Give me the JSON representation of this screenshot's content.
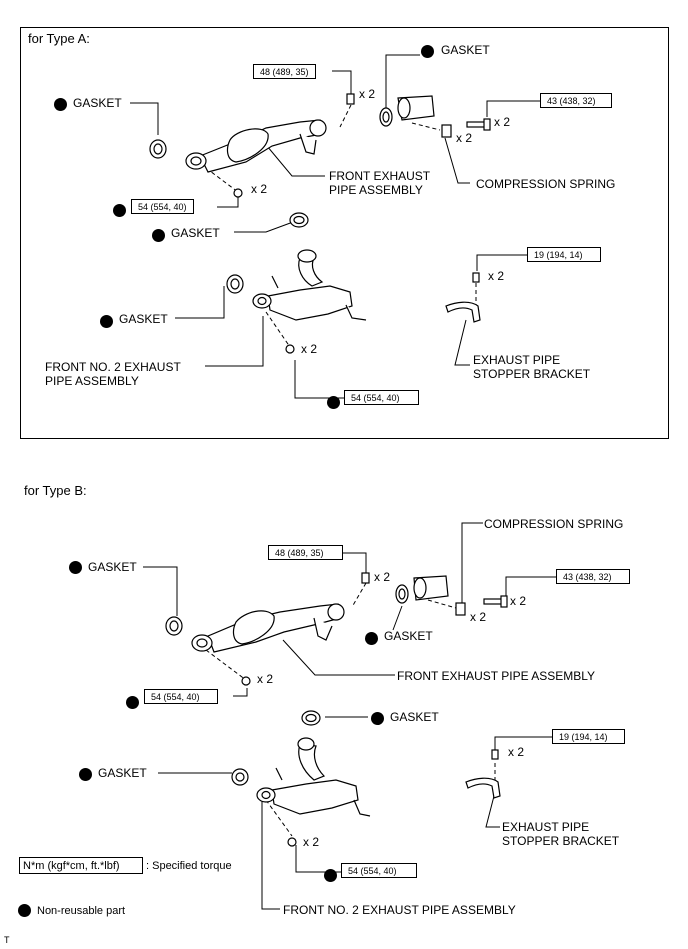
{
  "type_a": {
    "title": "for Type A:",
    "gasket_top": "GASKET",
    "gasket_left": "GASKET",
    "gasket_mid": "GASKET",
    "gasket_low": "GASKET",
    "torque_top_left": "48 (489, 35)",
    "qty_top_left": "x 2",
    "torque_top_right": "43 (438, 32)",
    "qty_top_right": "x 2",
    "qty_spring": "x 2",
    "compression_spring": "COMPRESSION SPRING",
    "front_exhaust_pipe": "FRONT EXHAUST\nPIPE ASSEMBLY",
    "torque_front": "54 (554, 40)",
    "qty_front": "x 2",
    "torque_bracket": "19 (194, 14)",
    "qty_bracket": "x 2",
    "bracket": "EXHAUST PIPE\nSTOPPER BRACKET",
    "front_no2": "FRONT NO. 2 EXHAUST\nPIPE ASSEMBLY",
    "qty_no2": "x 2",
    "torque_no2": "54 (554, 40)"
  },
  "type_b": {
    "title": "for Type B:",
    "compression_spring": "COMPRESSION SPRING",
    "gasket_left": "GASKET",
    "torque_top_left": "48 (489, 35)",
    "qty_top_left": "x 2",
    "torque_top_right": "43 (438, 32)",
    "qty_top_right": "x 2",
    "qty_spring": "x 2",
    "gasket_right": "GASKET",
    "front_exhaust_pipe": "FRONT EXHAUST PIPE ASSEMBLY",
    "torque_front": "54 (554, 40)",
    "qty_front": "x 2",
    "gasket_mid": "GASKET",
    "torque_bracket": "19 (194, 14)",
    "qty_bracket": "x 2",
    "gasket_low": "GASKET",
    "bracket": "EXHAUST PIPE\nSTOPPER BRACKET",
    "qty_no2": "x 2",
    "torque_no2": "54 (554, 40)",
    "front_no2": "FRONT NO. 2 EXHAUST PIPE ASSEMBLY"
  },
  "legend": {
    "torque_units": "N*m (kgf*cm, ft.*lbf)",
    "torque_desc": ": Specified torque",
    "non_reusable": "Non-reusable part"
  },
  "footer_mark": "T"
}
